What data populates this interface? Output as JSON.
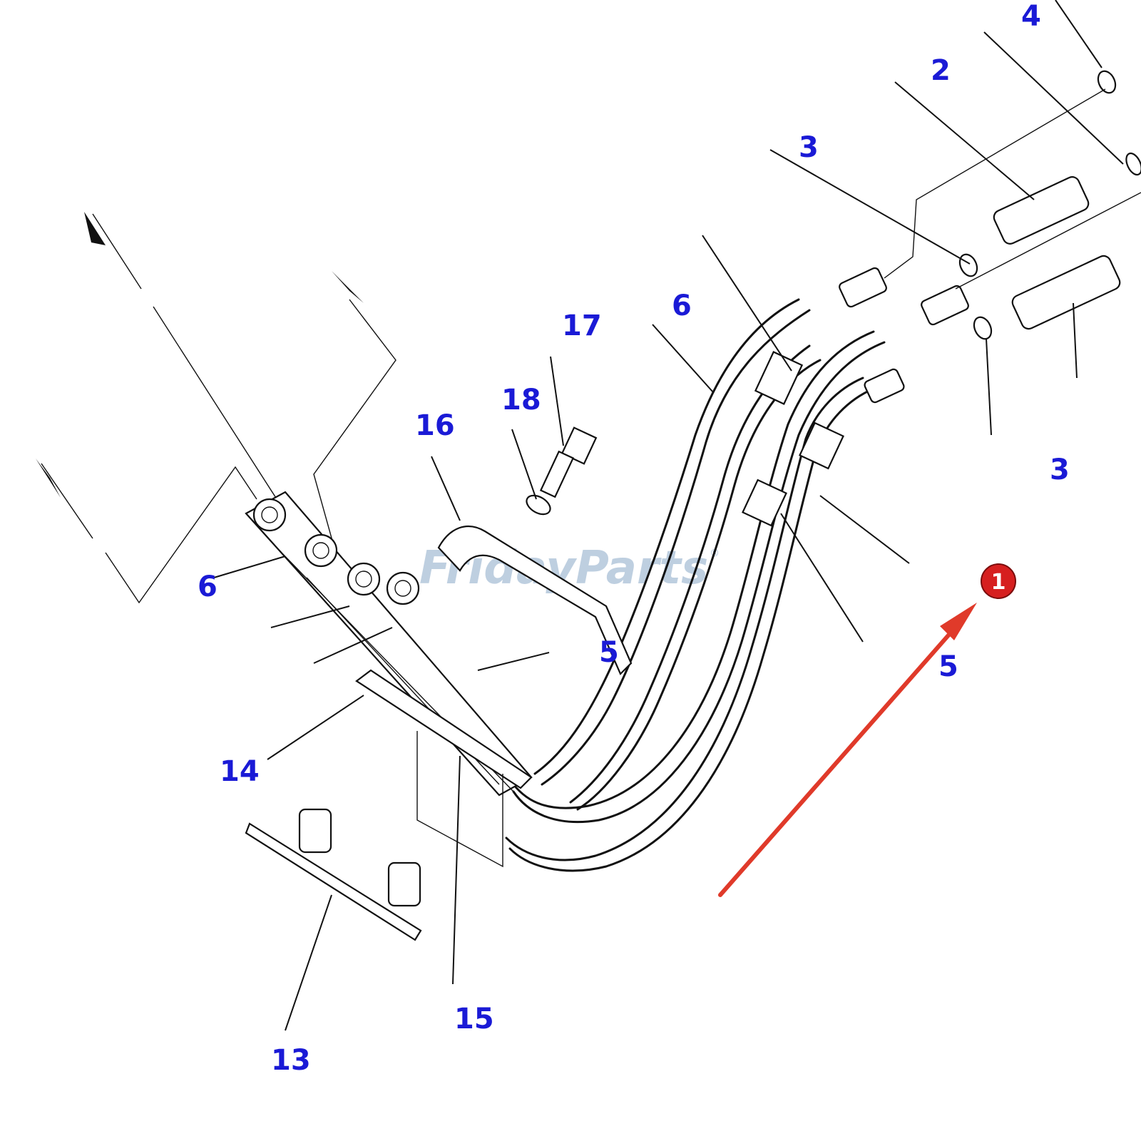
{
  "callouts": {
    "c4": "4",
    "c2": "2",
    "c3_top": "3",
    "c6_top": "6",
    "c17": "17",
    "c18": "18",
    "c16": "16",
    "c3_right": "3",
    "c6_left": "6",
    "c5_mid": "5",
    "c5_right": "5",
    "c14": "14",
    "c15": "15",
    "c13": "13"
  },
  "watermark": {
    "text": "FridayParts",
    "registered": "®",
    "color": "#a9bfd6"
  },
  "marker": {
    "label": "1",
    "color": "#d61f1f"
  },
  "arrow_color": "#e03a2a",
  "callout_color": "#1a1ad6"
}
